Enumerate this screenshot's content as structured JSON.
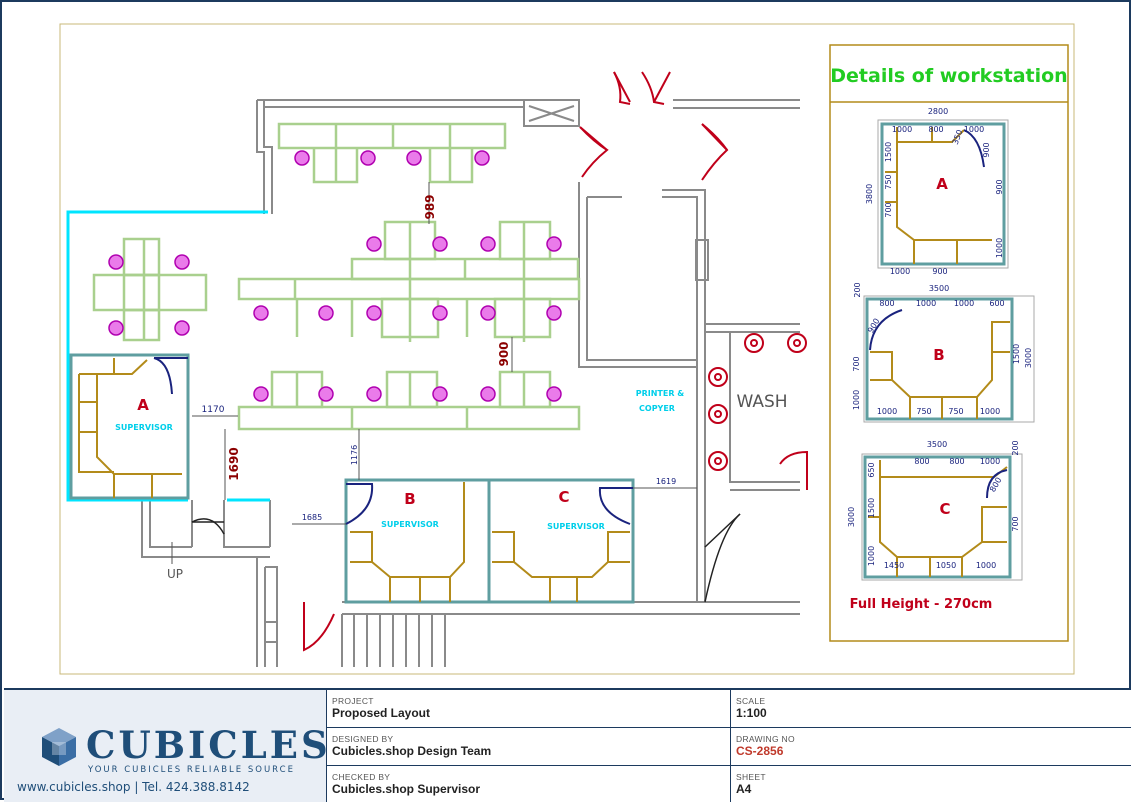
{
  "details_panel": {
    "title": "Details of workstation",
    "footnote": "Full Height - 270cm",
    "a": {
      "label": "A",
      "dims": [
        "2800",
        "1000",
        "800",
        "1000",
        "350",
        "900",
        "1500",
        "750",
        "700",
        "900",
        "1000",
        "900",
        "1000",
        "3800"
      ]
    },
    "b": {
      "label": "B",
      "dims": [
        "3500",
        "800",
        "1000",
        "1000",
        "600",
        "200",
        "900",
        "700",
        "1000",
        "1000",
        "750",
        "750",
        "1000",
        "1500",
        "3000"
      ]
    },
    "c": {
      "label": "C",
      "dims": [
        "3500",
        "650",
        "800",
        "800",
        "1000",
        "200",
        "800",
        "1500",
        "3000",
        "1000",
        "1450",
        "1050",
        "1000",
        "700"
      ]
    }
  },
  "floor_plan": {
    "dims": [
      "989",
      "900",
      "1170",
      "1690",
      "1176",
      "1685",
      "1619"
    ],
    "supervisor_text": "SUPERVISOR",
    "room_labels": {
      "a": "A",
      "b": "B",
      "c": "C"
    },
    "printer_line1": "PRINTER &",
    "printer_line2": "COPYER",
    "wash": "WASH",
    "up": "UP"
  },
  "title_block": {
    "logo_word": "CUBICLES",
    "logo_tagline": "YOUR CUBICLES RELIABLE SOURCE",
    "contact": "www.cubicles.shop  |  Tel. 424.388.8142",
    "project_label": "PROJECT",
    "project_value": "Proposed Layout",
    "designed_label": "DESIGNED BY",
    "designed_value": "Cubicles.shop Design Team",
    "checked_label": "CHECKED BY",
    "checked_value": "Cubicles.shop Supervisor",
    "scale_label": "SCALE",
    "scale_value": "1:100",
    "drawing_label": "DRAWING NO",
    "drawing_value": "CS-2856",
    "sheet_label": "SHEET",
    "sheet_value": "A4"
  },
  "colors": {
    "cubicle_green": "#a9d08e",
    "wall_gray": "#888888",
    "teal": "#5f9ea0",
    "cyan": "#00e5ff",
    "door_red": "#c0001a",
    "door_blue": "#1a237e",
    "olive": "#b38b1a",
    "dim_maroon": "#8b0000",
    "details_green": "#22cc22",
    "chair_magenta": "#dd33dd"
  }
}
